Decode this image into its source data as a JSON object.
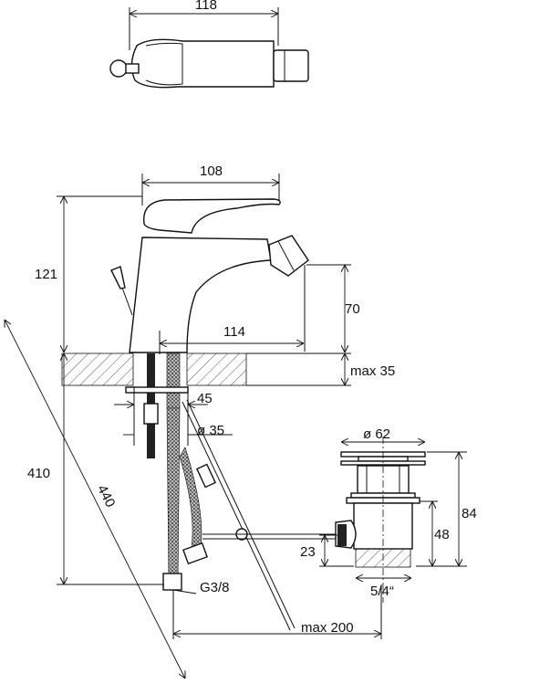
{
  "drawing": {
    "top_view": {
      "width_label": "118"
    },
    "side_view": {
      "handle_width_label": "108",
      "height_label": "121",
      "spout_height_label": "70",
      "spout_reach_label": "114",
      "counter_thickness_label": "max 35",
      "base_diameter_label": "45",
      "hole_diameter_label": "ø 35",
      "below_counter_label": "410",
      "hose_length_label": "440",
      "connection_label": "G3/8",
      "rod_reach_label": "max 200"
    },
    "drain": {
      "diameter_label": "ø 62",
      "total_height_label": "84",
      "body_height_label": "48",
      "outlet_height_label": "23",
      "thread_label": "5/4“"
    }
  }
}
